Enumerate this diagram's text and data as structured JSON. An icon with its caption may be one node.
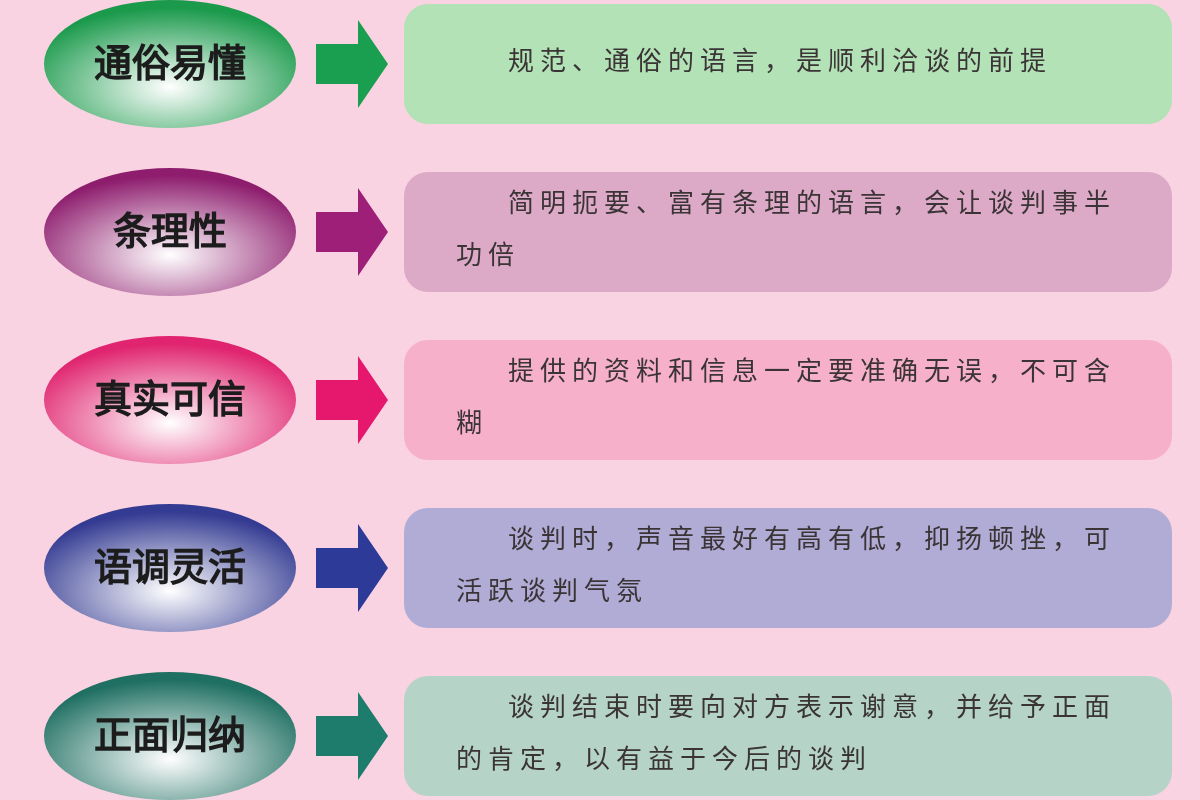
{
  "diagram": {
    "nodes": [
      {
        "text": [
          "通俗易懂"
        ]
      },
      {
        "text": [
          "规范、通俗的语言，是顺利洽谈的前提"
        ]
      },
      {
        "text": [
          "条理性"
        ]
      },
      {
        "text": [
          "简明扼要、富有条理的语言，会让谈判事半功倍"
        ]
      },
      {
        "text": [
          "真实可信"
        ]
      },
      {
        "text": [
          "提供的资料和信息一定要准确无误，不可含糊"
        ]
      },
      {
        "text": [
          "语调灵活"
        ]
      },
      {
        "text": [
          "谈判时，声音最好有高有低，抑扬顿挫，可活跃谈判气氛"
        ]
      },
      {
        "text": [
          "正面归纳"
        ]
      },
      {
        "text": [
          "谈判结束时要向对方表示谢意，并给予正面的肯定，以有益于今后的谈判"
        ]
      }
    ],
    "edges": [
      {
        "from": 0,
        "to": 1,
        "arrow": "to",
        "color": "#1a9f50"
      },
      {
        "from": 2,
        "to": 3,
        "arrow": "to",
        "color": "#9e1f78"
      },
      {
        "from": 4,
        "to": 5,
        "arrow": "to",
        "color": "#e5186e"
      },
      {
        "from": 6,
        "to": 7,
        "arrow": "to",
        "color": "#2e3a98"
      },
      {
        "from": 8,
        "to": 9,
        "arrow": "to",
        "color": "#1e7c6c"
      }
    ]
  }
}
